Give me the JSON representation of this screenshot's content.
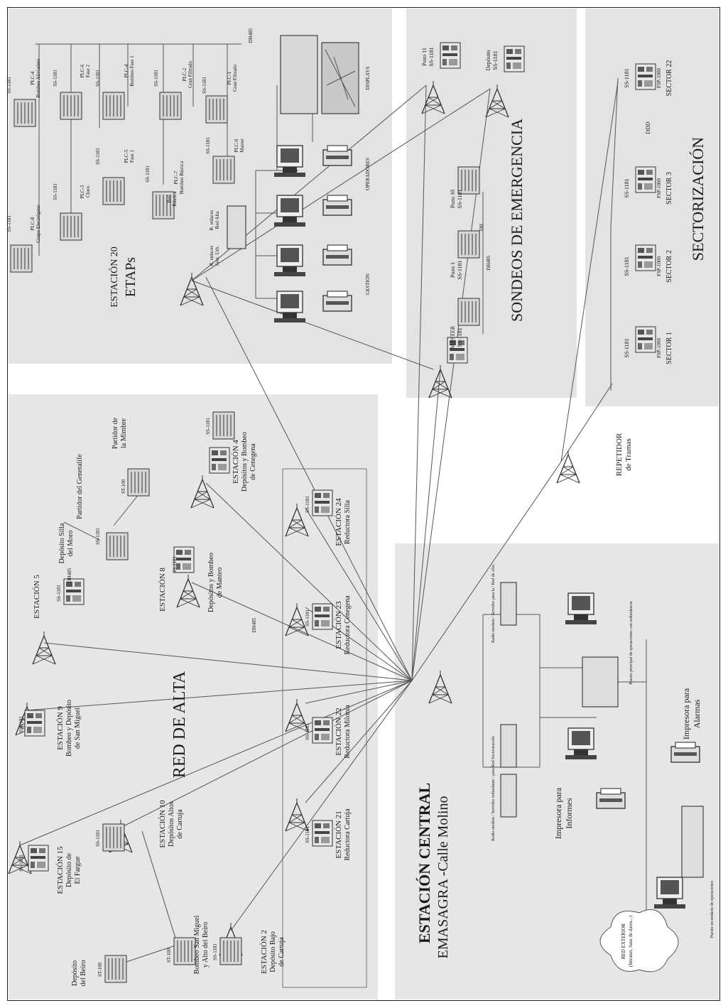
{
  "colors": {
    "region_fill": "#e3e3e3",
    "line": "#555555",
    "device": "#333333"
  },
  "regions": {
    "etaps": {
      "title": "ESTACIÓN 20",
      "subtitle": "ETAPs"
    },
    "sondeos": {
      "title": "SONDEOS DE EMERGENCIA"
    },
    "sectorizacion": {
      "title": "SECTORIZACIÓN"
    },
    "red_alta": {
      "title": "RED DE ALTA"
    },
    "central": {
      "title": "ESTACIÓN CENTRAL",
      "subtitle": "EMASAGRA -Calle Molino"
    }
  },
  "etap_plcs": [
    {
      "id": "SS-1181",
      "label": "PLC-8",
      "desc": "Grupo Electrógeno"
    },
    {
      "id": "SS-1181",
      "label": "PLC-4",
      "desc": "Bombeo Aliviadero"
    },
    {
      "id": "SS-1181",
      "label": "PLC-3",
      "desc": "Cloro"
    },
    {
      "id": "SS-1181",
      "label": "PLC-6",
      "desc": "Fase 2"
    },
    {
      "id": "SS-1181",
      "label": "PLC-5",
      "desc": "Fase 1"
    },
    {
      "id": "SS-1181",
      "label": "PLC-4",
      "desc": "Bombeo Fase 1"
    },
    {
      "id": "SS-1181",
      "label": "PLC-7",
      "desc": "Bombeo Rústica"
    },
    {
      "id": "SS-1181",
      "label": "PLC-2",
      "desc": "Gran Filtrado"
    },
    {
      "id": "SS-1181",
      "label": "PLC-1",
      "desc": "Gran Filtrado"
    },
    {
      "id": "SS-1181",
      "label": "PLC-0",
      "desc": "Master"
    }
  ],
  "etap_bus": "DH485",
  "etap_extra": [
    "Red",
    "Rústica",
    "R. enlaces",
    "Red Alta",
    "R. enlaces",
    "Sect. Urb."
  ],
  "etap_workstations": {
    "operadores": "OPERADORES",
    "gestion": "GESTION",
    "displays": "DISPLAYS"
  },
  "sondeos": [
    {
      "id": "SS-1181",
      "label": "MASTER"
    },
    {
      "id": "SS-1181",
      "label": "Pozo 1"
    },
    {
      "id": "SS-1181",
      "label": "Pozo 10"
    },
    {
      "id": "SS-1181",
      "label": "Pozo 11"
    },
    {
      "id": "SS-1181",
      "label": "Depósito"
    }
  ],
  "sondeos_bus": "DH485",
  "sondeos_dots": "DH",
  "sectores": [
    {
      "id": "SS-1181",
      "unit": "FSP-1000",
      "label": "SECTOR 1"
    },
    {
      "id": "SS-1181",
      "unit": "FSP-1000",
      "label": "SECTOR 2"
    },
    {
      "id": "SS-1181",
      "unit": "FSP-1000",
      "label": "SECTOR 3"
    },
    {
      "id": "SS-1181",
      "unit": "FSP-1000",
      "label": "SECTOR 22"
    }
  ],
  "sector_dots": "DDD",
  "repetidor": {
    "line1": "REPETIDOR",
    "line2": "de Tramas"
  },
  "red_alta": [
    {
      "lines": [
        "ESTACIÓN 15",
        "Depósito de",
        "El Fargue"
      ],
      "id": "SS-1181"
    },
    {
      "lines": [
        "ESTACIÓN 9",
        "Bombeo y Depósito",
        "de San Miguel"
      ],
      "id": "SS-1181"
    },
    {
      "lines": [
        "ESTACIÓN 5",
        "Depósito Silla",
        "del Moro"
      ],
      "id": "SS-1181"
    },
    {
      "lines": [
        "Partidor del Generalife"
      ],
      "id": "SS-1181"
    },
    {
      "lines": [
        "Partidor de",
        "la Mimbre"
      ],
      "id": "ST-100"
    },
    {
      "lines": [
        "ESTACIÓN 8",
        "Depósitos y Bombeo",
        "de Manteo"
      ],
      "id": "SS-1181"
    },
    {
      "lines": [
        "ESTACIÓN 4",
        "Depósitos y Bombeo",
        "de Cenegena"
      ],
      "id": "SS-1181"
    },
    {
      "lines": [
        "ESTACIÓN 10",
        "Depósitos Altos",
        "de Cartuja"
      ],
      "id": "SS-1181"
    },
    {
      "lines": [
        "Depósito",
        "del Beiro"
      ],
      "id": "ST-100"
    },
    {
      "lines": [
        "Bombeo San Miguel",
        "y Alto del Beiro"
      ],
      "id": "ST-100"
    },
    {
      "lines": [
        "ESTACIÓN 2",
        "Depósito Bajo",
        "de Cartuja"
      ],
      "id": "SS-1181"
    },
    {
      "lines": [
        "ESTACIÓN 21",
        "Reductora Cartuja"
      ],
      "id": "SS-1181"
    },
    {
      "lines": [
        "ESTACIÓN 22",
        "Reductora Milonia"
      ],
      "id": "SS-1181"
    },
    {
      "lines": [
        "ESTACIÓN 23",
        "Reductora Cenegena"
      ],
      "id": "SS-1181"
    },
    {
      "lines": [
        "ESTACIÓN 24",
        "Reductora Silla"
      ],
      "id": "SS-1181"
    }
  ],
  "red_alta_buses": [
    "DH485",
    "DH485"
  ],
  "central": {
    "radio_left": "Radio modem / Servidor redundante / para Red Sectorización",
    "radio_right": "Radio modem / Servidor para la / Red de Alta",
    "printer_informes": [
      "Impresora para",
      "Informes"
    ],
    "printer_alarmas": [
      "Impresora para",
      "Alarmas"
    ],
    "puesto_principal": "Puesto principal de operaciones con redundancia",
    "puesto_secundario": "Puesto secundario de operaciones",
    "red_ext": [
      "RED EXTERIOR",
      "(Intranet, base de datos...)"
    ]
  }
}
